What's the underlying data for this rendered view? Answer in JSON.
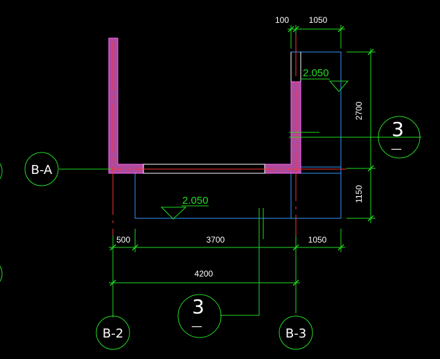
{
  "colors": {
    "background": "#000000",
    "dimension_line": "#22dd22",
    "axis_line": "#ff3333",
    "outline": "#3399ff",
    "wall_fill": "#b04a9a",
    "elevation_text": "#22dd22",
    "label_text": "#ffffff"
  },
  "axes": {
    "b_a": "B-A",
    "b_2": "B-2",
    "b_3": "B-3"
  },
  "dimensions": {
    "top_100": "100",
    "top_1050": "1050",
    "right_2700": "2700",
    "right_1150": "1150",
    "bottom_500": "500",
    "bottom_3700": "3700",
    "bottom_1050": "1050",
    "bottom_4200": "4200"
  },
  "elevations": {
    "upper": "2.050",
    "lower": "2.050"
  },
  "section_marks": {
    "right": {
      "number": "3",
      "dash": "—"
    },
    "bottom": {
      "number": "3",
      "dash": "—"
    }
  }
}
